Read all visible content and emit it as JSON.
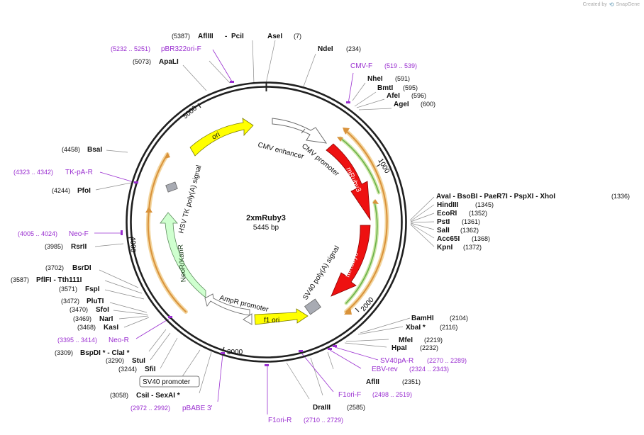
{
  "credit": {
    "created_by": "Created by",
    "brand": "SnapGene"
  },
  "plasmid": {
    "name": "2xmRuby3",
    "length": "5445 bp"
  },
  "ticks": [
    "1000",
    "2000",
    "3000",
    "4000",
    "5000"
  ],
  "features": {
    "cmv_enhancer": "CMV enhancer",
    "cmv_promoter": "CMV promoter",
    "mruby_a": "mRuby3",
    "mruby_b": "mRuby3",
    "sv40_polya": "SV40 poly(A) signal",
    "f1_ori": "f1 ori",
    "ampr_promoter": "AmpR promoter",
    "neor": "NeoR/KanR",
    "hsv_tk": "HSV TK poly(A) signal",
    "ori": "ori",
    "sv40_promoter": "SV40 promoter"
  },
  "labels": {
    "afliii_pos": "(5387)",
    "afliii": "AflIII",
    "dash1": "-",
    "pcii": "PciI",
    "asei": "AseI",
    "asei_pos": "(7)",
    "ndei": "NdeI",
    "ndei_pos": "(234)",
    "pbr_pos": "(5232 .. 5251)",
    "pbr": "pBR322ori-F",
    "apali_pos": "(5073)",
    "apali": "ApaLI",
    "cmvf": "CMV-F",
    "cmvf_pos": "(519 .. 539)",
    "nhei": "NheI",
    "nhei_pos": "(591)",
    "bmti": "BmtI",
    "bmti_pos": "(595)",
    "afei": "AfeI",
    "afei_pos": "(596)",
    "agei": "AgeI",
    "agei_pos": "(600)",
    "bsai_pos": "(4458)",
    "bsai": "BsaI",
    "tkpa_pos": "(4323 .. 4342)",
    "tkpa": "TK-pA-R",
    "pfoi_pos": "(4244)",
    "pfoi": "PfoI",
    "aval_row": "AvaI   - BsoBI   - PaeR7I   - PspXI   - XhoI",
    "aval_pos": "(1336)",
    "hindiii": "HindIII",
    "hindiii_pos": "(1345)",
    "ecori": "EcoRI",
    "ecori_pos": "(1352)",
    "psti": "PstI",
    "psti_pos": "(1361)",
    "sali": "SalI",
    "sali_pos": "(1362)",
    "acc65i": "Acc65I",
    "acc65i_pos": "(1368)",
    "kpni": "KpnI",
    "kpni_pos": "(1372)",
    "neof_pos": "(4005 .. 4024)",
    "neof": "Neo-F",
    "rsrii_pos": "(3985)",
    "rsrii": "RsrII",
    "bsrdi_pos": "(3702)",
    "bsrdi": "BsrDI",
    "pflfi_pos": "(3587)",
    "pflfi": "PflFI   - Tth111I",
    "fspi_pos": "(3571)",
    "fspi": "FspI",
    "pluti_pos": "(3472)",
    "pluti": "PluTI",
    "sfoi_pos": "(3470)",
    "sfoi": "SfoI",
    "nari_pos": "(3469)",
    "nari": "NarI",
    "kasi_pos": "(3468)",
    "kasi": "KasI",
    "neor_pos": "(3395 .. 3414)",
    "neor_primer": "Neo-R",
    "bspdi_pos": "(3309)",
    "bspdi": "BspDI *  - ClaI *",
    "stui_pos": "(3290)",
    "stui": "StuI",
    "sfii_pos": "(3244)",
    "sfii": "SfiI",
    "csii_pos": "(3058)",
    "csii": "CsiI   - SexAI *",
    "pbabe_pos": "(2972 .. 2992)",
    "pbabe": "pBABE 3'",
    "bamhi": "BamHI",
    "bamhi_pos": "(2104)",
    "xbai": "XbaI *",
    "xbai_pos": "(2116)",
    "mfei": "MfeI",
    "mfei_pos": "(2219)",
    "hpai": "HpaI",
    "hpai_pos": "(2232)",
    "sv40par": "SV40pA-R",
    "sv40par_pos": "(2270 .. 2289)",
    "ebvrev": "EBV-rev",
    "ebvrev_pos": "(2324 .. 2343)",
    "aflii": "AflII",
    "aflii_pos": "(2351)",
    "f1orif": "F1ori-F",
    "f1orif_pos": "(2498 .. 2519)",
    "draiii": "DraIII",
    "draiii_pos": "(2585)",
    "f1orir": "F1ori-R",
    "f1orir_pos": "(2710 .. 2729)"
  },
  "colors": {
    "primer": "#9a2fd0",
    "mruby": "#ee1111",
    "ori": "#ffff00",
    "neor": "#cfffcf",
    "grey_box": "#a8abb3",
    "orange_arc": "#d9923a",
    "green_arc": "#6ab04a"
  }
}
